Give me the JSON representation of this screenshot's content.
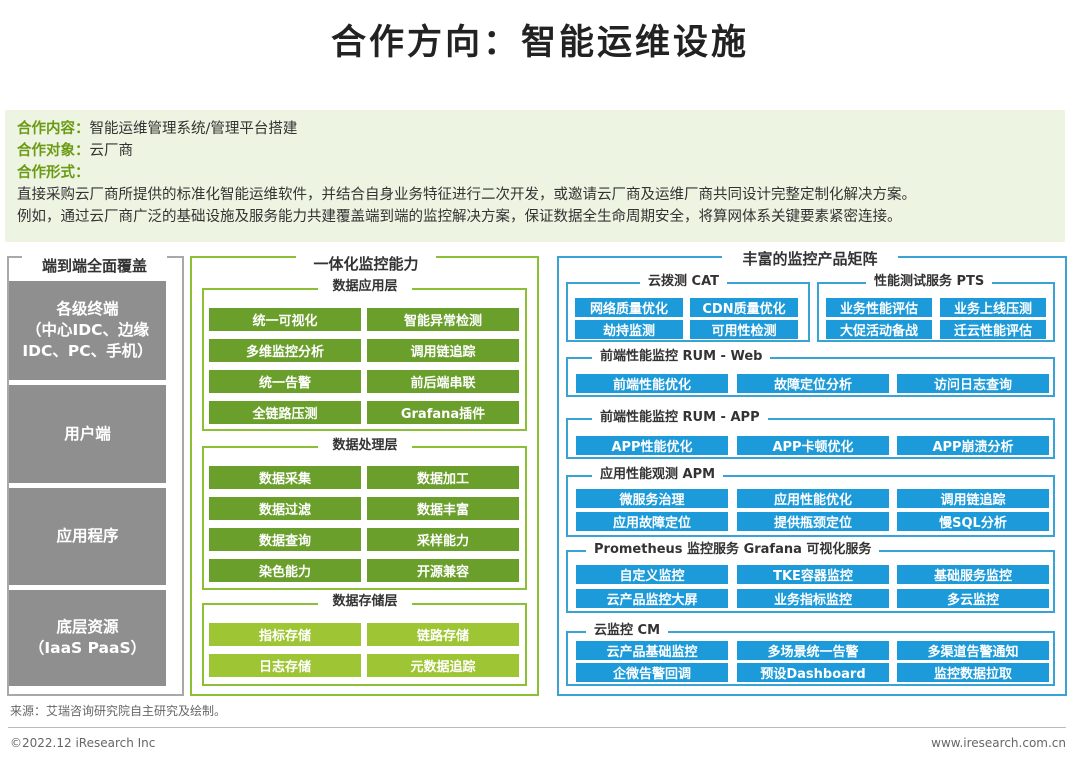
{
  "title": "合作方向：智能运维设施",
  "intro": {
    "content_label": "合作内容：",
    "content_value": "智能运维管理系统/管理平台搭建",
    "target_label": "合作对象：",
    "target_value": "云厂商",
    "form_label": "合作形式：",
    "para1": "直接采购云厂商所提供的标准化智能运维软件，并结合自身业务特征进行二次开发，或邀请云厂商及运维厂商共同设计完整定制化解决方案。",
    "para2": "例如，通过云厂商广泛的基础设施及服务能力共建覆盖端到端的监控解决方案，保证数据全生命周期安全，将算网体系关键要素紧密连接。"
  },
  "left": {
    "header": "端到端全面覆盖",
    "items": [
      "各级终端\n（中心IDC、边缘\nIDC、PC、手机）",
      "用户端",
      "应用程序",
      "底层资源\n（IaaS PaaS）"
    ]
  },
  "middle": {
    "header": "一体化监控能力",
    "app_layer": {
      "title": "数据应用层",
      "items": [
        "统一可视化",
        "智能异常检测",
        "多维监控分析",
        "调用链追踪",
        "统一告警",
        "前后端串联",
        "全链路压测",
        "Grafana插件"
      ]
    },
    "proc_layer": {
      "title": "数据处理层",
      "items": [
        "数据采集",
        "数据加工",
        "数据过滤",
        "数据丰富",
        "数据查询",
        "采样能力",
        "染色能力",
        "开源兼容"
      ]
    },
    "store_layer": {
      "title": "数据存储层",
      "items": [
        "指标存储",
        "链路存储",
        "日志存储",
        "元数据追踪"
      ]
    }
  },
  "right": {
    "header": "丰富的监控产品矩阵",
    "cat": {
      "title": "云拨测 CAT",
      "items": [
        "网络质量优化",
        "CDN质量优化",
        "劫持监测",
        "可用性检测"
      ]
    },
    "pts": {
      "title": "性能测试服务 PTS",
      "items": [
        "业务性能评估",
        "业务上线压测",
        "大促活动备战",
        "迁云性能评估"
      ]
    },
    "rum_web": {
      "title": "前端性能监控 RUM - Web",
      "items": [
        "前端性能优化",
        "故障定位分析",
        "访问日志查询"
      ]
    },
    "rum_app": {
      "title": "前端性能监控 RUM - APP",
      "items": [
        "APP性能优化",
        "APP卡顿优化",
        "APP崩溃分析"
      ]
    },
    "apm": {
      "title": "应用性能观测 APM",
      "items": [
        "微服务治理",
        "应用性能优化",
        "调用链追踪",
        "应用故障定位",
        "提供瓶颈定位",
        "慢SQL分析"
      ]
    },
    "prom": {
      "title": "Prometheus 监控服务 Grafana 可视化服务",
      "items": [
        "自定义监控",
        "TKE容器监控",
        "基础服务监控",
        "云产品监控大屏",
        "业务指标监控",
        "多云监控"
      ]
    },
    "cm": {
      "title": "云监控 CM",
      "items": [
        "云产品基础监控",
        "多场景统一告警",
        "多渠道告警通知",
        "企微告警回调",
        "预设Dashboard",
        "监控数据拉取"
      ]
    }
  },
  "footer": {
    "source": "来源：艾瑞咨询研究院自主研究及绘制。",
    "copyright": "©2022.12 iResearch Inc",
    "website": "www.iresearch.com.cn"
  },
  "colors": {
    "green_dark": "#6a9f2b",
    "green_light": "#9ec533",
    "blue": "#1d9ad9",
    "gray": "#8f8f8f",
    "label_green": "#6a9b14"
  }
}
